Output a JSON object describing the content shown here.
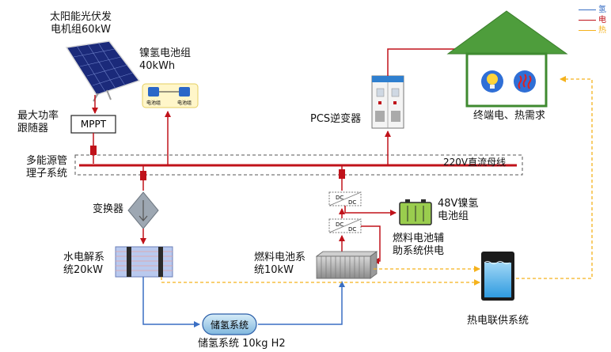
{
  "legend": {
    "hydrogen": {
      "label": "氢",
      "color": "#3a6fc4"
    },
    "electric": {
      "label": "电",
      "color": "#c0121a"
    },
    "heat": {
      "label": "热",
      "color": "#f5b21c"
    }
  },
  "components": {
    "solar": {
      "label_line1": "太阳能光伏发",
      "label_line2": "电机组60kW"
    },
    "nimh_pack": {
      "label_line1": "镍氢电池组",
      "label_line2": "40kWh",
      "cell_left": "电池组",
      "cell_right": "电池组"
    },
    "mppt": {
      "box_text": "MPPT",
      "label_line1": "最大功率",
      "label_line2": "跟随器"
    },
    "ems": {
      "label_line1": "多能源管",
      "label_line2": "理子系统"
    },
    "bus": {
      "label": "220V直流母线"
    },
    "pcs": {
      "label": "PCS逆变器"
    },
    "terminal": {
      "label": "终端电、热需求"
    },
    "converter": {
      "label": "变换器"
    },
    "dcdc_top": {
      "left": "DC",
      "right": "DC"
    },
    "dcdc_bottom": {
      "left": "DC",
      "right": "DC"
    },
    "battery48": {
      "label_line1": "48V镍氢",
      "label_line2": "电池组"
    },
    "aux": {
      "label_line1": "燃料电池辅",
      "label_line2": "助系统供电"
    },
    "electrolyzer": {
      "label_line1": "水电解系",
      "label_line2": "统20kW"
    },
    "fuelcell": {
      "label_line1": "燃料电池系",
      "label_line2": "统10kW"
    },
    "h2storage": {
      "tank_text": "储氢系统",
      "label": "储氢系统 10kg H2"
    },
    "chp": {
      "label": "热电联供系统"
    }
  }
}
